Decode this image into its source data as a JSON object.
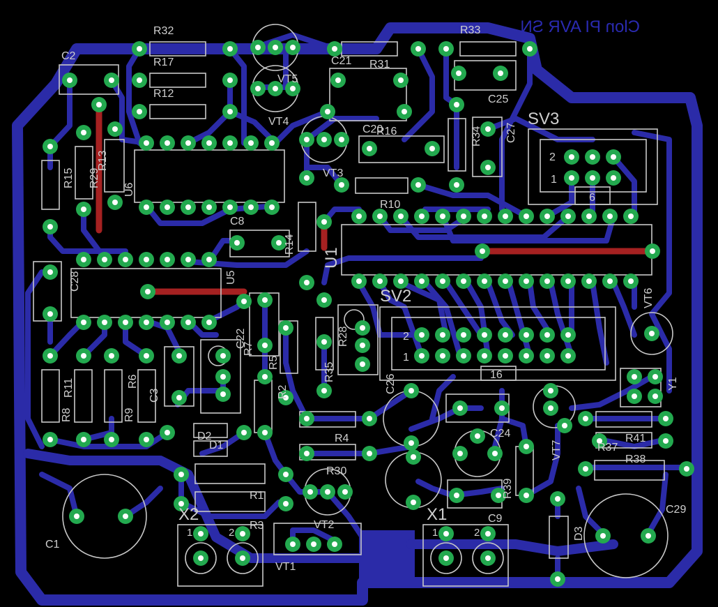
{
  "board_title": "Clon PI AVR SN",
  "colors": {
    "background": "#000000",
    "bottom_copper": "#2b2ba8",
    "top_copper": "#a52121",
    "pad": "#23a94f",
    "silkscreen": "#c8c8c8",
    "title_text": "#2a2ab0"
  },
  "labels": {
    "R32": "R32",
    "R17": "R17",
    "R12": "R12",
    "C2": "C2",
    "R33": "R33",
    "R31": "R31",
    "C21": "C21",
    "VT5": "VT5",
    "VT4": "VT4",
    "C25": "C25",
    "SV3": "SV3",
    "C20": "C20",
    "C27": "C27",
    "R34": "R34",
    "R16": "R16",
    "VT3": "VT3",
    "R15": "R15",
    "R29": "R29",
    "R13": "R13",
    "U6": "U6",
    "R10": "R10",
    "C8": "C8",
    "R14": "R14",
    "U1": "U1",
    "C28": "C28",
    "U5": "U5",
    "SV2": "SV2",
    "VT6": "VT6",
    "C22": "C22",
    "R7": "R7",
    "R28": "R28",
    "R5": "R5",
    "R35": "R35",
    "C26": "C26",
    "R11": "R11",
    "R6": "R6",
    "R8": "R8",
    "R9": "R9",
    "C3": "C3",
    "R2": "R2",
    "D2": "D2",
    "D1": "D1",
    "R4": "R4",
    "C24": "C24",
    "Y1": "Y1",
    "VT7": "VT7",
    "R37": "R37",
    "R41": "R41",
    "R38": "R38",
    "R39": "R39",
    "R30": "R30",
    "C1": "C1",
    "X2": "X2",
    "R1": "R1",
    "R3": "R3",
    "VT2": "VT2",
    "VT1": "VT1",
    "X1": "X1",
    "C9": "C9",
    "D3": "D3",
    "C29": "C29"
  },
  "connector_pins": {
    "sv3_pin2": "2",
    "sv3_pin1": "1",
    "sv3_pin6": "6",
    "sv2_pin2": "2",
    "sv2_pin1": "1",
    "sv2_pin16": "16",
    "x2_pin1": "1",
    "x2_pin2": "2",
    "x1_pin1": "1",
    "x1_pin2": "2"
  }
}
